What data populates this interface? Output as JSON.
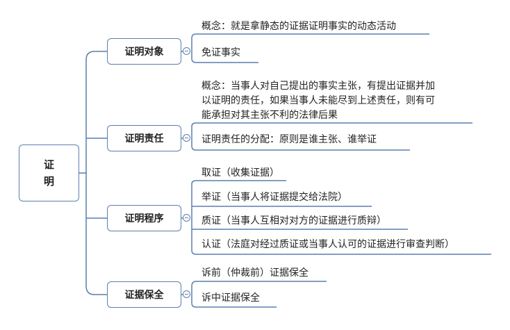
{
  "root": {
    "line1": "证",
    "line2": "明"
  },
  "branches": [
    {
      "label": "证明对象",
      "leaves": [
        "概念：就是拿静态的证据证明事实的动态活动",
        "免证事实"
      ]
    },
    {
      "label": "证明责任",
      "leaves": [
        [
          "概念：当事人对自己提出的事实主张，有提出证据并加",
          "以证明的责任，如果当事人未能尽到上述责任，则有可",
          "能承担对其主张不利的法律后果"
        ],
        "证明责任的分配：原则是谁主张、谁举证"
      ]
    },
    {
      "label": "证明程序",
      "leaves": [
        "取证（收集证据）",
        "举证（当事人将证据提交给法院）",
        "质证（当事人互相对对方的证据进行质辩）",
        "认证（法庭对经过质证或当事人认可的证据进行审查判断）"
      ]
    },
    {
      "label": "证据保全",
      "leaves": [
        "诉前（仲裁前）证据保全",
        "诉中证据保全"
      ]
    }
  ],
  "colors": {
    "line": "#5b7fae",
    "border": "#5b7fae"
  }
}
